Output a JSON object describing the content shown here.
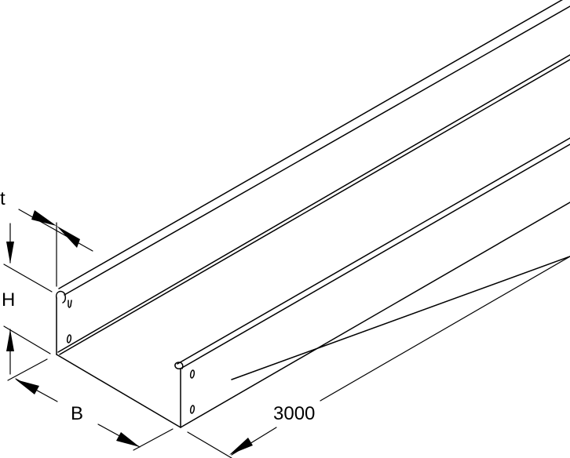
{
  "drawing": {
    "subject": "cable tray isometric technical drawing",
    "line_color": "#000000",
    "background": "#ffffff"
  },
  "dimensions": {
    "thickness_label": "t",
    "height_label": "H",
    "width_label": "B",
    "length_label": "3000"
  }
}
